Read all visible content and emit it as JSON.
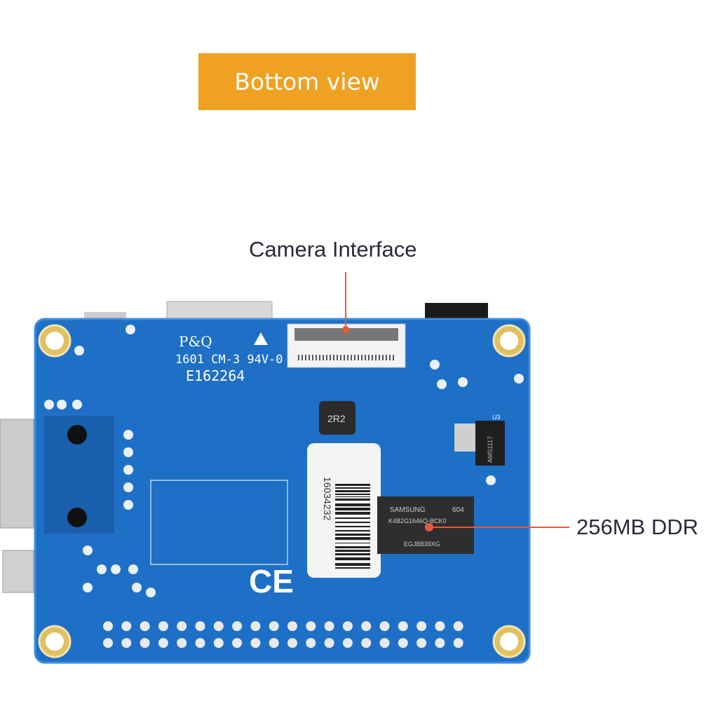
{
  "banner": {
    "label": "Bottom view",
    "color": "#EFA121"
  },
  "callouts": {
    "camera": "Camera Interface",
    "ddr": "256MB DDR",
    "line_color": "#E8583A"
  },
  "board": {
    "color": "#1E6FC6",
    "silkscreen": {
      "brand": "P&Q",
      "spec": "1601 CM-3 94V-0",
      "cert_no": "E162264",
      "inductor": "2R2",
      "regulator_ref": "U3",
      "regulator": "AMS1117",
      "ce": "CE",
      "barcode_number": "16034232"
    },
    "memory_chip": {
      "brand": "SAMSUNG",
      "code": "604",
      "part": "K4B2G1646Q-BCK0",
      "lot": "EGJB839XG"
    }
  }
}
